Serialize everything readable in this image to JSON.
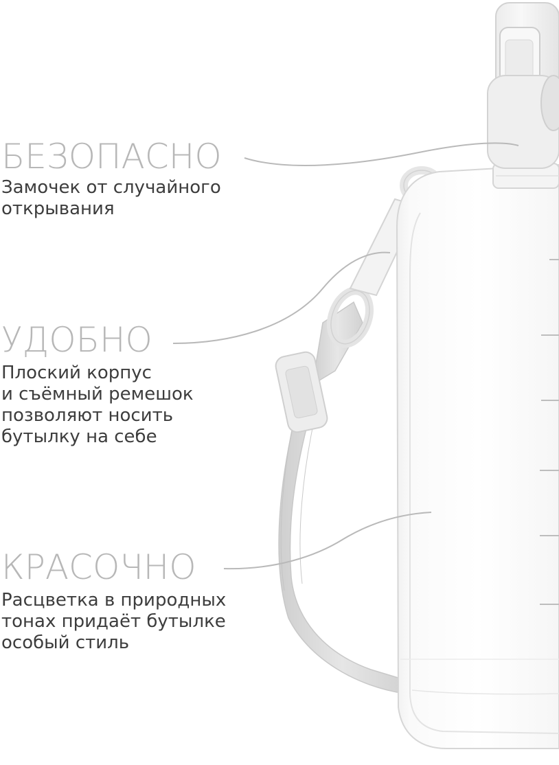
{
  "features": [
    {
      "heading": "БЕЗОПАСНО",
      "text": "Замочек от случайного\nоткрывания"
    },
    {
      "heading": "УДОБНО",
      "text": "Плоский корпус\nи съёмный ремешок\nпозволяют носить\nбутылку на себе"
    },
    {
      "heading": "КРАСОЧНО",
      "text": "Расцветка в природных\nтонах придаёт бутылке\nособый стиль"
    }
  ],
  "colors": {
    "heading": "#b7b7b7",
    "body_text": "#3d3d3d",
    "callout_line": "#b9b9b9",
    "bottle_outline": "#d6d6d6",
    "strap": "#dcdcdc",
    "background": "#ffffff"
  }
}
